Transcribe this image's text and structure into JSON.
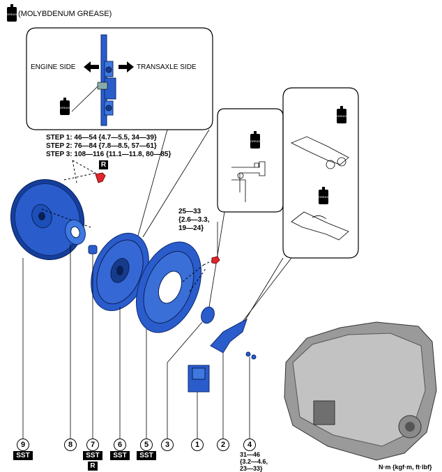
{
  "legend": {
    "label": "(MOLYBDENUM GREASE)"
  },
  "grease_label": "GREASE",
  "callout_top": {
    "engine_side": "ENGINE SIDE",
    "transaxle_side": "TRANSAXLE SIDE"
  },
  "torque_steps": {
    "step1": "STEP 1: 46—54 {4.7—5.5, 34—39}",
    "step2": "STEP 2: 76—84 {7.8—8.5, 57—61}",
    "step3": "STEP 3: 108—116 {11.1—11.8, 80—85}",
    "r_badge": "R"
  },
  "torque_cover": {
    "line1": "25—33",
    "line2": "{2.6—3.3,",
    "line3": "19—24}"
  },
  "torque_bolt4": {
    "line1": "31—46",
    "line2": "{3.2—4.6,",
    "line3": "23—33}"
  },
  "units": "N·m {kgf·m, ft·lbf}",
  "part_numbers": [
    "9",
    "8",
    "7",
    "6",
    "5",
    "3",
    "1",
    "2",
    "4"
  ],
  "badges": {
    "sst": "SST",
    "r": "R"
  },
  "colors": {
    "part_blue": "#2a5ccc",
    "part_dark": "#173b8c",
    "bolt_red": "#e0262c"
  }
}
